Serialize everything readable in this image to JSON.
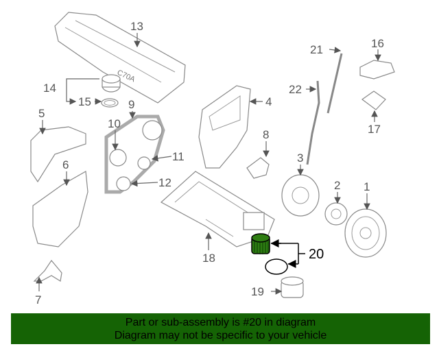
{
  "diagram": {
    "highlight_part": "20",
    "highlight_color": "#2e7d12",
    "labels": [
      "13",
      "21",
      "16",
      "14",
      "15",
      "9",
      "4",
      "22",
      "17",
      "5",
      "10",
      "8",
      "11",
      "3",
      "6",
      "12",
      "2",
      "1",
      "18",
      "20",
      "19",
      "7"
    ],
    "cover_text": "C70A"
  },
  "banner": {
    "line1": "Part or sub-assembly is #20 in diagram",
    "line2": "Diagram may not be specific to your vehicle",
    "color": "#156305"
  }
}
